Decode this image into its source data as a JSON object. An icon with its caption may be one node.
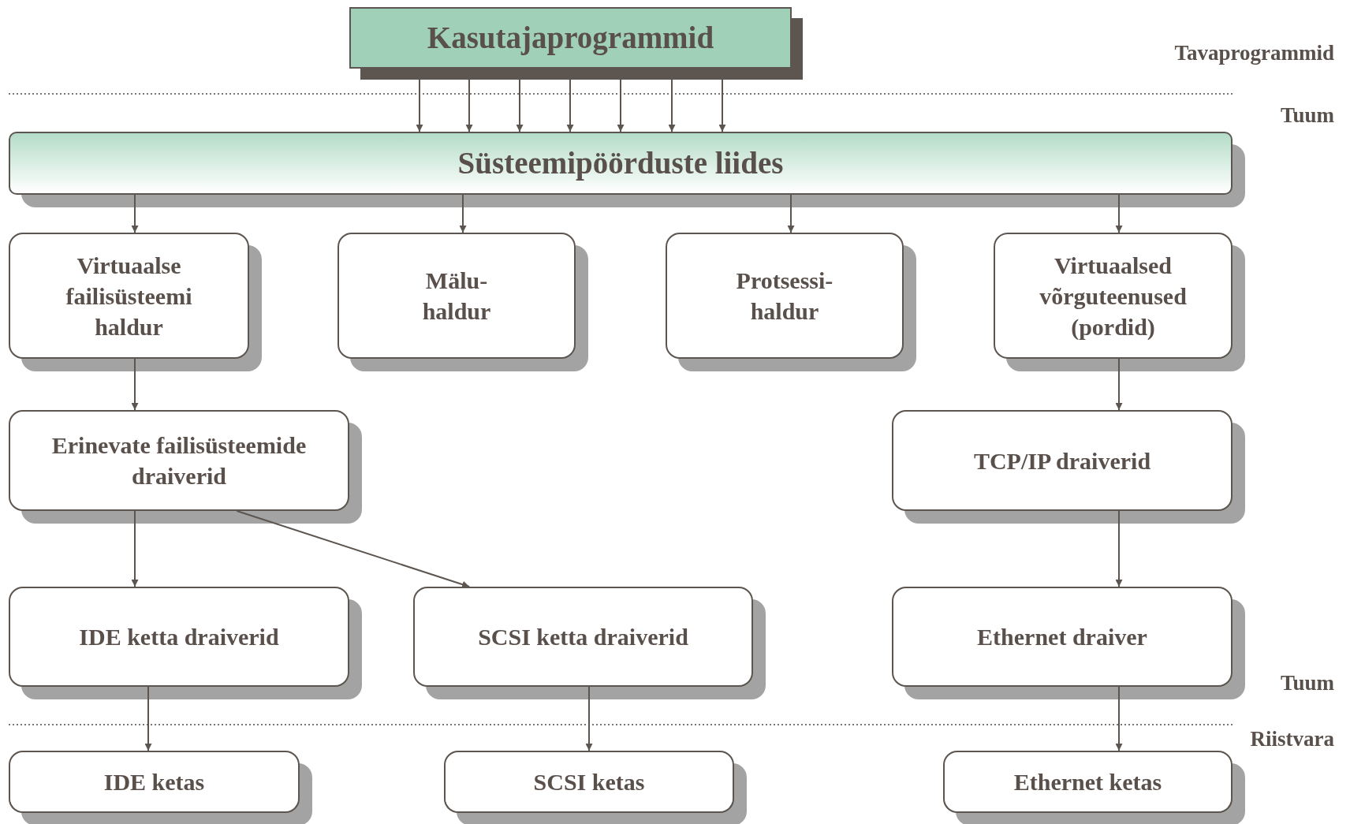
{
  "diagram": {
    "nodes": [
      {
        "text": [
          "Kasutajaprogrammid"
        ]
      },
      {
        "text": [
          "Süsteemipöörduste liides"
        ]
      },
      {
        "text": [
          "Virtuaalse failisüsteemi haldur"
        ]
      },
      {
        "text": [
          "Mälu- haldur"
        ]
      },
      {
        "text": [
          "Protsessi- haldur"
        ]
      },
      {
        "text": [
          "Virtuaalsed võrguteenused (pordid)"
        ]
      },
      {
        "text": [
          "Erinevate failisüsteemide draiverid"
        ]
      },
      {
        "text": [
          "TCP/IP draiverid"
        ]
      },
      {
        "text": [
          "IDE ketta draiverid"
        ]
      },
      {
        "text": [
          "SCSI ketta draiverid"
        ]
      },
      {
        "text": [
          "Ethernet draiver"
        ]
      },
      {
        "text": [
          "IDE ketas"
        ]
      },
      {
        "text": [
          "SCSI ketas"
        ]
      },
      {
        "text": [
          "Ethernet ketas"
        ]
      }
    ],
    "edges": [
      {
        "from": 0,
        "to": 1,
        "arrow": "to"
      },
      {
        "from": 0,
        "to": 1,
        "arrow": "to"
      },
      {
        "from": 0,
        "to": 1,
        "arrow": "to"
      },
      {
        "from": 0,
        "to": 1,
        "arrow": "to"
      },
      {
        "from": 0,
        "to": 1,
        "arrow": "to"
      },
      {
        "from": 0,
        "to": 1,
        "arrow": "to"
      },
      {
        "from": 0,
        "to": 1,
        "arrow": "to"
      },
      {
        "from": 1,
        "to": 2,
        "arrow": "to"
      },
      {
        "from": 1,
        "to": 3,
        "arrow": "to"
      },
      {
        "from": 1,
        "to": 4,
        "arrow": "to"
      },
      {
        "from": 1,
        "to": 5,
        "arrow": "to"
      },
      {
        "from": 2,
        "to": 6,
        "arrow": "to"
      },
      {
        "from": 5,
        "to": 7,
        "arrow": "to"
      },
      {
        "from": 6,
        "to": 8,
        "arrow": "to"
      },
      {
        "from": 6,
        "to": 9,
        "arrow": "to"
      },
      {
        "from": 7,
        "to": 10,
        "arrow": "to"
      },
      {
        "from": 8,
        "to": 11,
        "arrow": "to"
      },
      {
        "from": 9,
        "to": 12,
        "arrow": "to"
      },
      {
        "from": 10,
        "to": 13,
        "arrow": "to"
      }
    ],
    "labels": [
      "Tavaprogrammid",
      "Tuum",
      "Tuum",
      "Riistvara"
    ]
  }
}
